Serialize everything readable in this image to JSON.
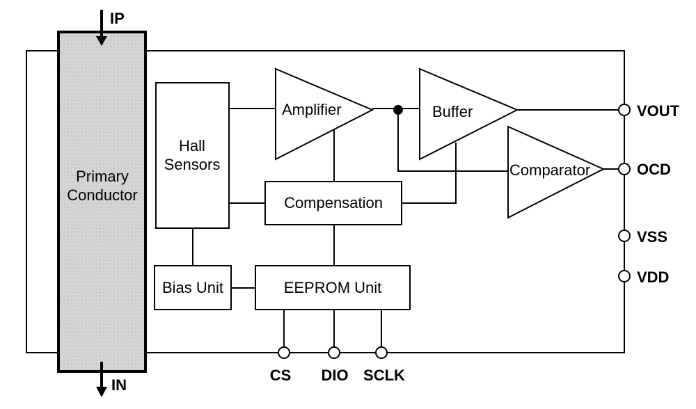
{
  "current_in": "IP",
  "current_out": "IN",
  "primary_conductor": [
    "Primary",
    "Conductor"
  ],
  "blocks": {
    "hall": [
      "Hall",
      "Sensors"
    ],
    "amplifier": "Amplifier",
    "buffer": "Buffer",
    "comparator": "Comparator",
    "compensation": "Compensation",
    "bias": "Bias Unit",
    "eeprom": "EEPROM Unit"
  },
  "pins": {
    "vout": "VOUT",
    "ocd": "OCD",
    "vss": "VSS",
    "vdd": "VDD",
    "cs": "CS",
    "dio": "DIO",
    "sclk": "SCLK"
  },
  "colors": {
    "conductor_fill": "#d6d6d6",
    "line": "#000000",
    "background": "#ffffff"
  }
}
